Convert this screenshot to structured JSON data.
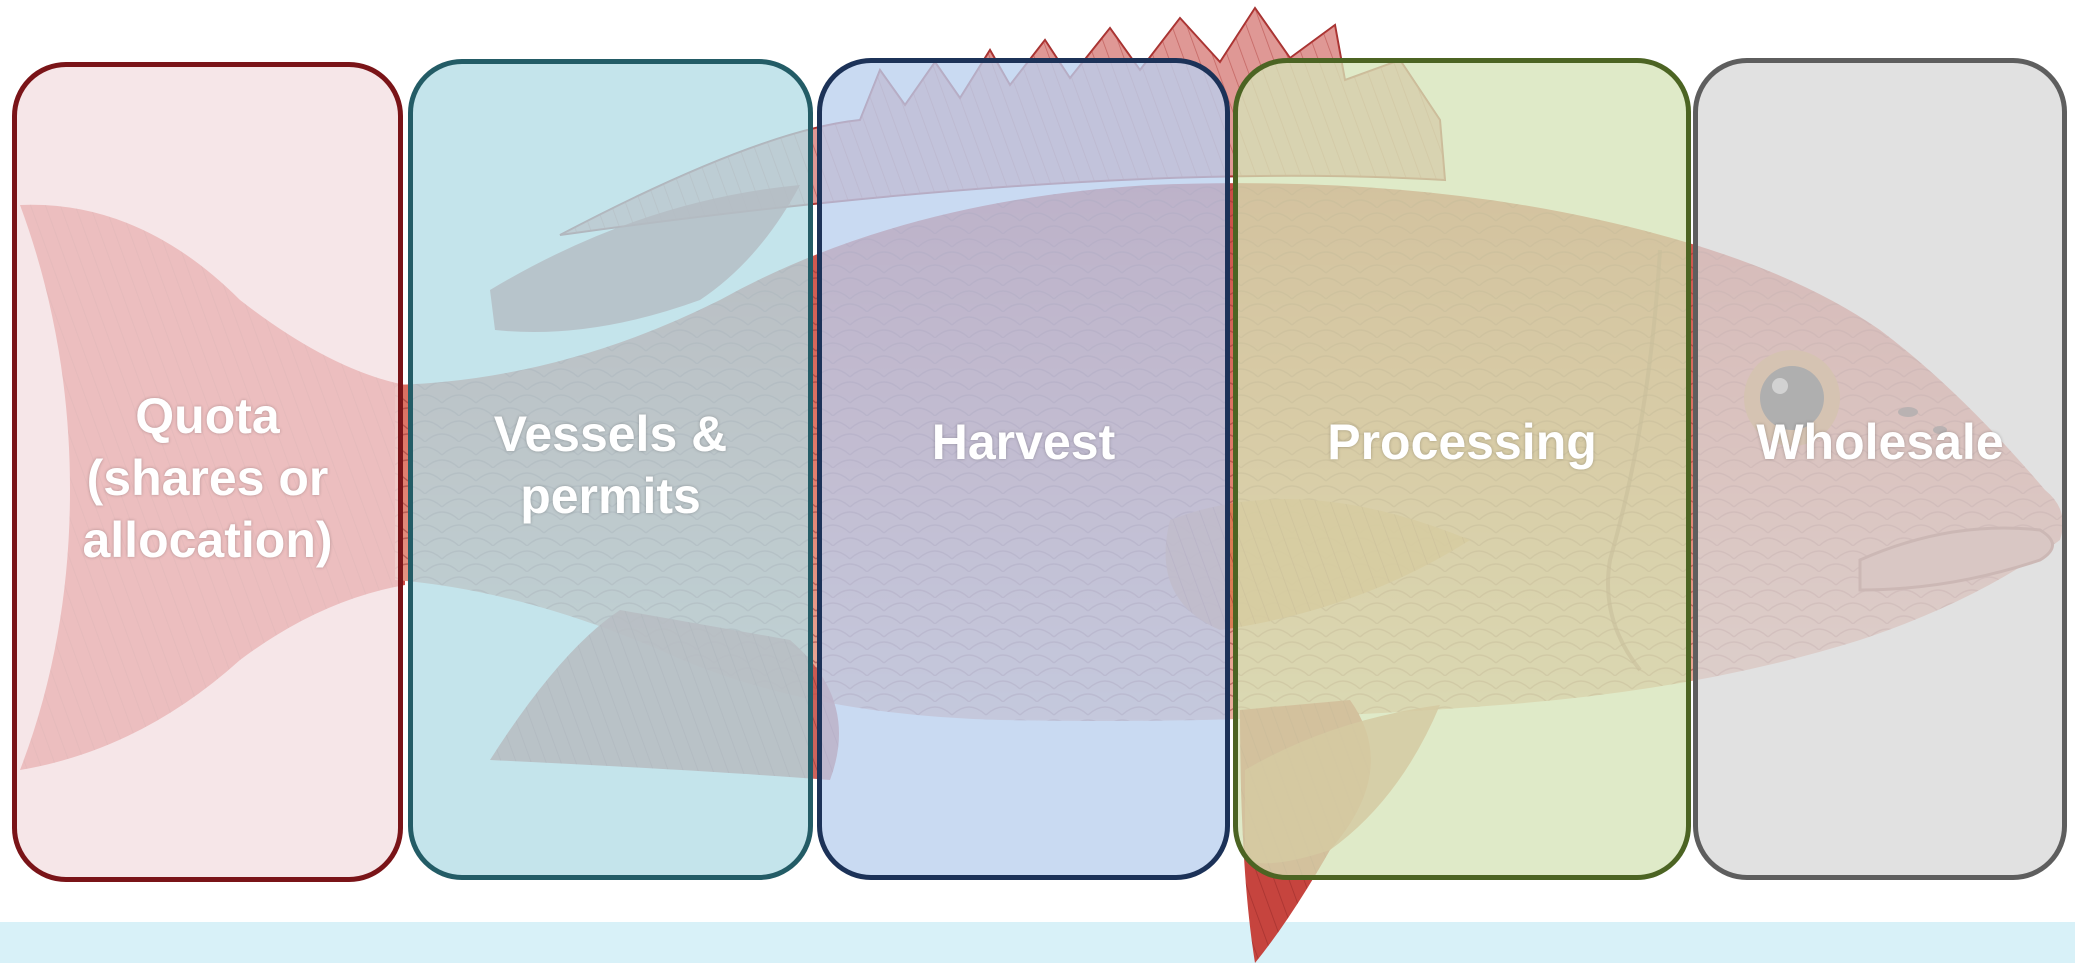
{
  "boxes": [
    {
      "label": "Quota\n(shares or\nallocation)",
      "fill": "#f4dfe2",
      "border": "#7a1418"
    },
    {
      "label": "Vessels &\npermits",
      "fill": "#b3dde5",
      "border": "#235c66"
    },
    {
      "label": "Harvest",
      "fill": "#bad0ee",
      "border": "#1c3258"
    },
    {
      "label": "Processing",
      "fill": "#d6e4b8",
      "border": "#4c6423"
    },
    {
      "label": "Wholesale",
      "fill": "#d8d8d8",
      "border": "#5e5e5e"
    }
  ],
  "illustration": {
    "subject": "red snapper fish",
    "icon": "fish-illustration"
  },
  "colors": {
    "fish_body": "#d0645a",
    "fish_fin": "#c2423c",
    "bottom_band": "#d8f1f8"
  }
}
